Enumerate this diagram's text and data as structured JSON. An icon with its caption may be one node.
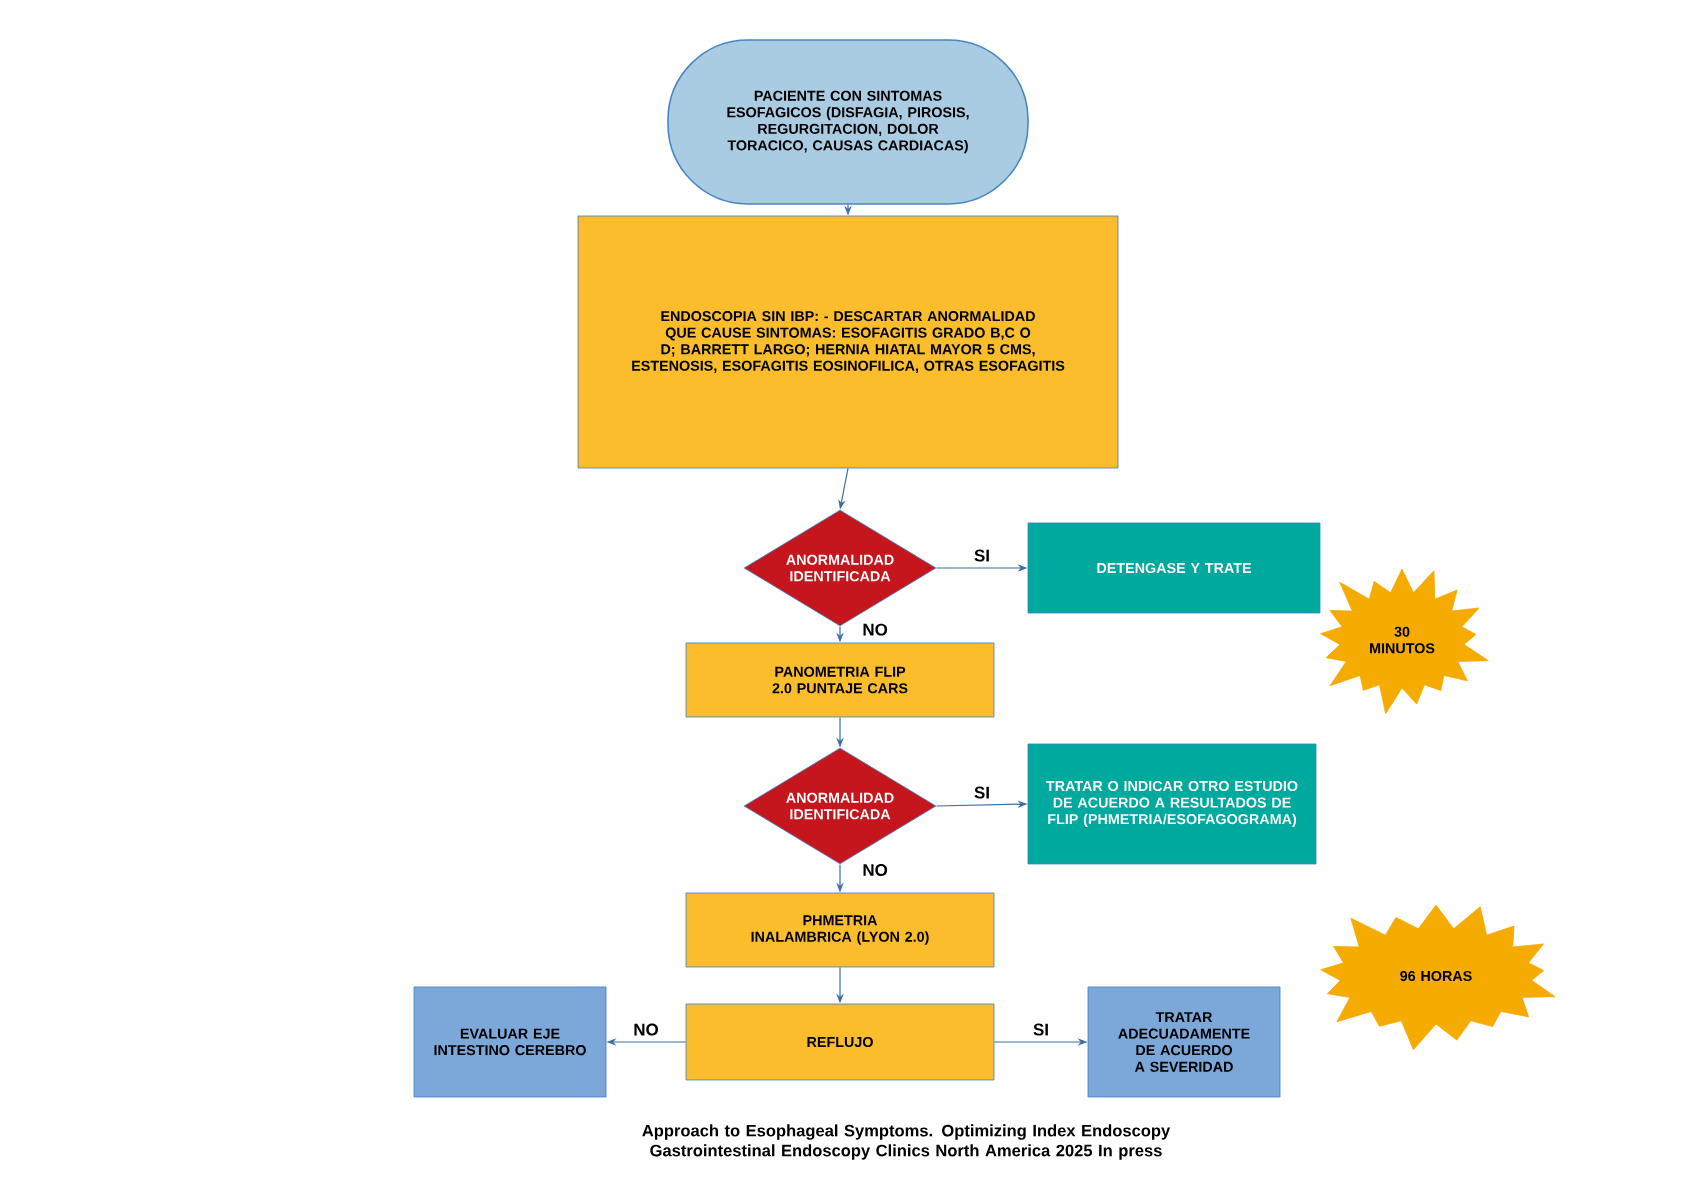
{
  "diagram": {
    "caption": "Approach to Esophageal Symptoms. Optimizing Index Endoscopy Gastrointestinal Endoscopy Clinics North America 2025 In press",
    "nodes": [
      {
        "text": [
          "PACIENTE CON SINTOMAS ESOFAGICOS (DISFAGIA, PIROSIS, REGURGITACION, DOLOR TORACICO, CAUSAS CARDIACAS)"
        ]
      },
      {
        "text": [
          "ENDOSCOPIA SIN IBP: - DESCARTAR ANORMALIDAD QUE CAUSE SINTOMAS: ESOFAGITIS GRADO B,C O D;  BARRETT LARGO; HERNIA HIATAL MAYOR 5 CMS, ESTENOSIS, ESOFAGITIS EOSINOFILICA, OTRAS ESOFAGITIS"
        ]
      },
      {
        "text": [
          "ANORMALIDAD IDENTIFICADA"
        ]
      },
      {
        "text": [
          "DETENGASE Y TRATE"
        ]
      },
      {
        "text": [
          "PANOMETRIA FLIP 2.0 PUNTAJE CARS"
        ]
      },
      {
        "text": [
          "ANORMALIDAD IDENTIFICADA"
        ]
      },
      {
        "text": [
          "TRATAR O INDICAR OTRO ESTUDIO DE ACUERDO A RESULTADOS DE FLIP (PHMETRIA/ESOFAGOGRAMA)"
        ]
      },
      {
        "text": [
          "PHMETRIA INALAMBRICA (LYON 2.0)"
        ]
      },
      {
        "text": [
          "REFLUJO"
        ]
      },
      {
        "text": [
          "EVALUAR EJE INTESTINO CEREBRO"
        ]
      },
      {
        "text": [
          "TRATAR ADECUADAMENTE DE ACUERDO A SEVERIDAD"
        ]
      },
      {
        "text": [
          "30 MINUTOS"
        ]
      },
      {
        "text": [
          "96 HORAS"
        ]
      }
    ],
    "edges": [
      {
        "from": 0,
        "to": 1,
        "arrow": "to"
      },
      {
        "from": 1,
        "to": 2,
        "arrow": "to"
      },
      {
        "from": 2,
        "to": 3,
        "arrow": "to",
        "label": "SI"
      },
      {
        "from": 2,
        "to": 4,
        "arrow": "to",
        "label": "NO"
      },
      {
        "from": 4,
        "to": 5,
        "arrow": "to"
      },
      {
        "from": 5,
        "to": 6,
        "arrow": "to",
        "label": "SI"
      },
      {
        "from": 5,
        "to": 7,
        "arrow": "to",
        "label": "NO"
      },
      {
        "from": 7,
        "to": 8,
        "arrow": "to"
      },
      {
        "from": 8,
        "to": 9,
        "arrow": "to",
        "label": "NO"
      },
      {
        "from": 8,
        "to": 10,
        "arrow": "to",
        "label": "SI"
      }
    ]
  }
}
